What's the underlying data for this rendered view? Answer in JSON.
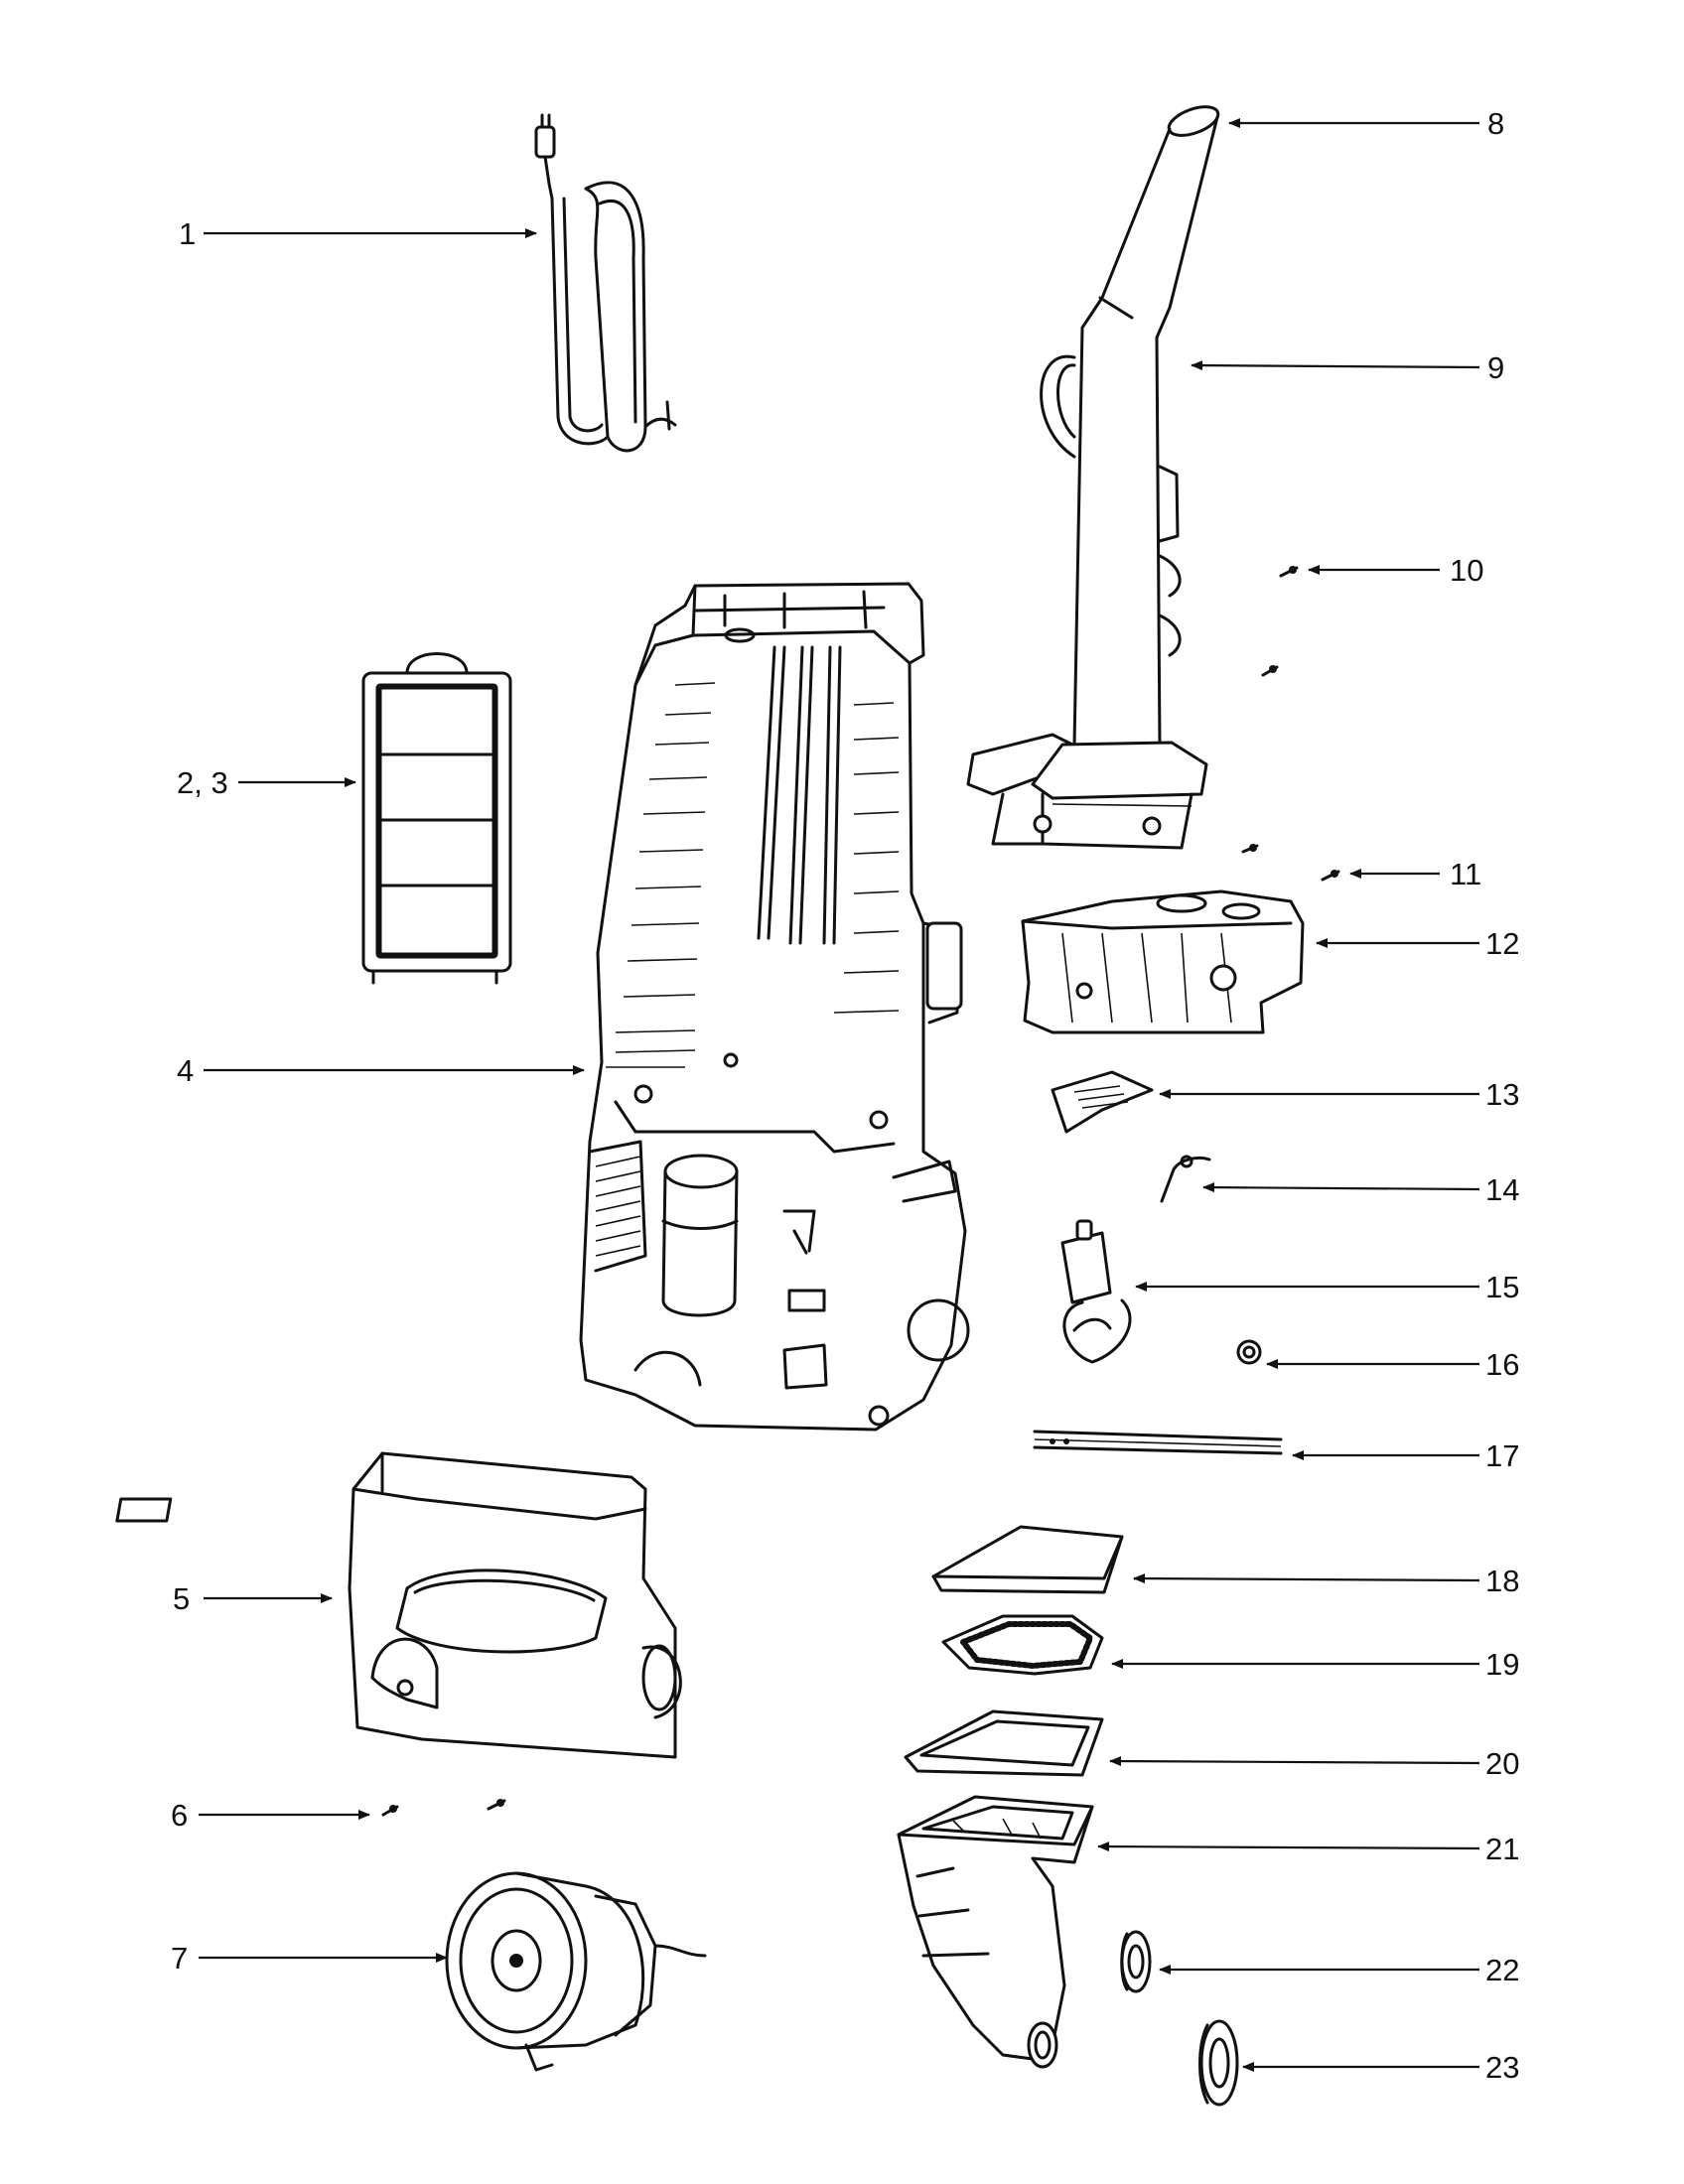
{
  "callouts": [
    {
      "id": "1",
      "text": "1"
    },
    {
      "id": "2-3",
      "text": "2, 3"
    },
    {
      "id": "4",
      "text": "4"
    },
    {
      "id": "5",
      "text": "5"
    },
    {
      "id": "6",
      "text": "6"
    },
    {
      "id": "7",
      "text": "7"
    },
    {
      "id": "8",
      "text": "8"
    },
    {
      "id": "9",
      "text": "9"
    },
    {
      "id": "10",
      "text": "10"
    },
    {
      "id": "11",
      "text": "11"
    },
    {
      "id": "12",
      "text": "12"
    },
    {
      "id": "13",
      "text": "13"
    },
    {
      "id": "14",
      "text": "14"
    },
    {
      "id": "15",
      "text": "15"
    },
    {
      "id": "16",
      "text": "16"
    },
    {
      "id": "17",
      "text": "17"
    },
    {
      "id": "18",
      "text": "18"
    },
    {
      "id": "19",
      "text": "19"
    },
    {
      "id": "20",
      "text": "20"
    },
    {
      "id": "21",
      "text": "21"
    },
    {
      "id": "22",
      "text": "22"
    },
    {
      "id": "23",
      "text": "23"
    }
  ]
}
